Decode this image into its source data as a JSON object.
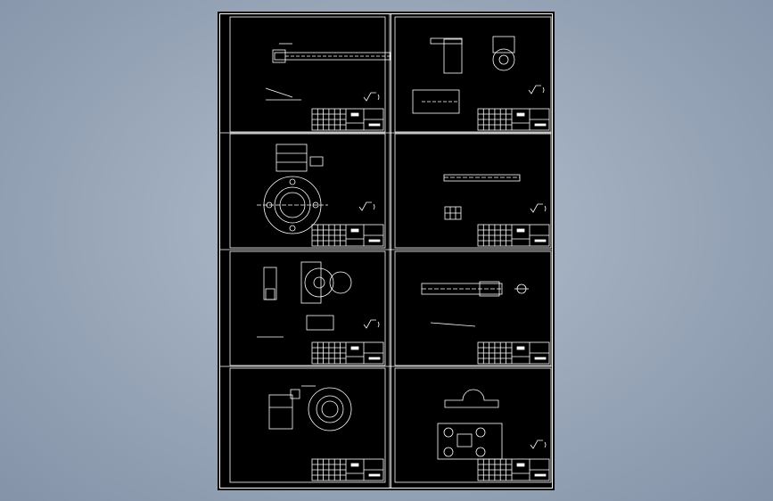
{
  "viewer": {
    "background_color": "#98a6b8",
    "sheet_background": "#000000",
    "line_color": "#ffffff",
    "accent_color": "#cccccc"
  },
  "sheets": [
    {
      "id": "sheet-1",
      "content": "shaft-long-view"
    },
    {
      "id": "sheet-2",
      "content": "bracket-views"
    },
    {
      "id": "sheet-3",
      "content": "flange-plate"
    },
    {
      "id": "sheet-4",
      "content": "shaft-thin"
    },
    {
      "id": "sheet-5",
      "content": "gear-assembly"
    },
    {
      "id": "sheet-6",
      "content": "shaft-with-section"
    },
    {
      "id": "sheet-7",
      "content": "ring-part"
    },
    {
      "id": "sheet-8",
      "content": "support-block"
    }
  ]
}
